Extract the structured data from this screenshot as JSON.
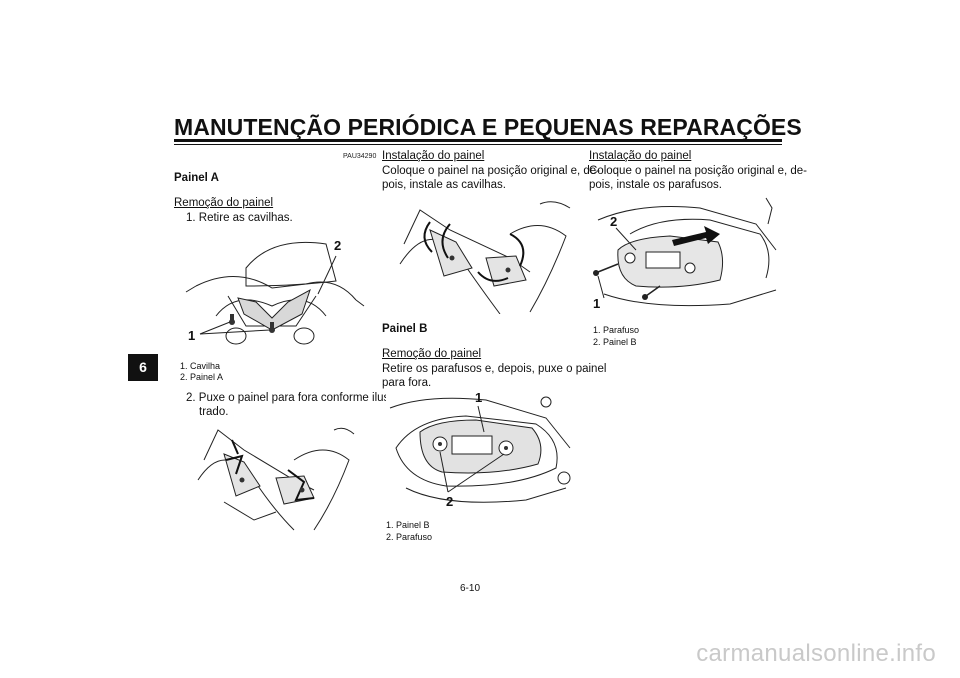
{
  "header": {
    "title": "MANUTENÇÃO PERIÓDICA E PEQUENAS REPARAÇÕES"
  },
  "side_tab": {
    "label": "6"
  },
  "doc_code": "PAU34290",
  "panel_a": {
    "heading": "Painel A",
    "removal_title": "Remoção do painel",
    "step1": "1. Retire as cavilhas.",
    "fig1_callouts": [
      "1",
      "2"
    ],
    "fig1_caption": [
      "1. Cavilha",
      "2. Painel A"
    ],
    "step2_line1": "2. Puxe o painel para fora conforme ilus-",
    "step2_line2": "trado."
  },
  "middle": {
    "install_title": "Instalação do painel",
    "install_line1": "Coloque o painel na posição original e, de-",
    "install_line2": "pois, instale as cavilhas.",
    "panel_b_heading": "Painel B",
    "removal_title": "Remoção do painel",
    "removal_line1": "Retire os parafusos e, depois, puxe o painel",
    "removal_line2": "para fora.",
    "fig_callouts": [
      "1",
      "2"
    ],
    "fig_caption": [
      "1. Painel B",
      "2. Parafuso"
    ]
  },
  "right": {
    "install_title": "Instalação do painel",
    "install_line1": "Coloque o painel na posição original e, de-",
    "install_line2": "pois, instale os parafusos.",
    "fig_callouts": [
      "2",
      "1"
    ],
    "fig_caption": [
      "1. Parafuso",
      "2. Painel B"
    ]
  },
  "page_number": "6-10",
  "watermark": "carmanualsonline.info"
}
